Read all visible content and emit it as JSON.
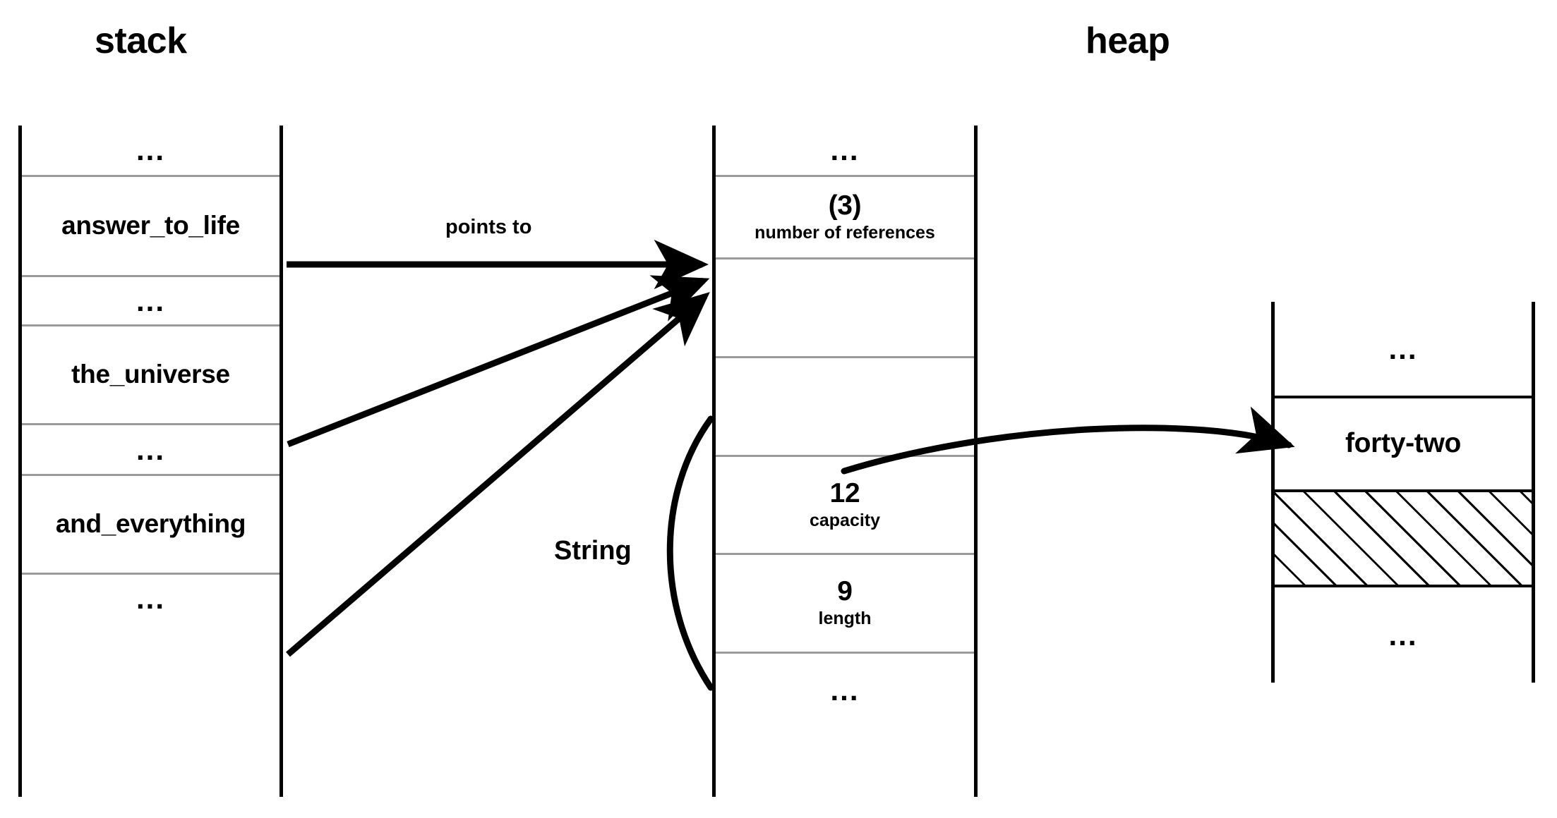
{
  "diagram": {
    "title_stack": "stack",
    "title_heap": "heap",
    "annotations": {
      "points_to": "points to",
      "string_brace": "String"
    },
    "colors": {
      "ink": "#000000",
      "light_rule": "#9a9a9a",
      "background": "#ffffff"
    }
  },
  "stack": {
    "label": "stack",
    "rows": [
      {
        "text": "...",
        "kind": "ellipsis"
      },
      {
        "text": "answer_to_life",
        "kind": "variable"
      },
      {
        "text": "...",
        "kind": "ellipsis"
      },
      {
        "text": "the_universe",
        "kind": "variable"
      },
      {
        "text": "...",
        "kind": "ellipsis"
      },
      {
        "text": "and_everything",
        "kind": "variable"
      },
      {
        "text": "...",
        "kind": "ellipsis"
      }
    ]
  },
  "string_struct": {
    "brace_label": "String",
    "rows": [
      {
        "text": "...",
        "sub": "",
        "kind": "ellipsis"
      },
      {
        "text": "(3)",
        "sub": "number of references",
        "kind": "field"
      },
      {
        "text": "",
        "sub": "",
        "kind": "blank"
      },
      {
        "text": "",
        "sub": "",
        "kind": "pointer"
      },
      {
        "text": "12",
        "sub": "capacity",
        "kind": "field"
      },
      {
        "text": "9",
        "sub": "length",
        "kind": "field"
      },
      {
        "text": "...",
        "sub": "",
        "kind": "ellipsis"
      }
    ]
  },
  "heap": {
    "label": "heap",
    "rows": [
      {
        "text": "...",
        "kind": "ellipsis"
      },
      {
        "text": "forty-two",
        "kind": "value"
      },
      {
        "text": "",
        "kind": "hatched"
      },
      {
        "text": "...",
        "kind": "ellipsis"
      }
    ]
  },
  "arrows": [
    {
      "name": "answer-to-life-arrow",
      "from_label": "answer_to_life",
      "to_label": "(3)",
      "style": "straight",
      "annotation": "points to"
    },
    {
      "name": "the-universe-arrow",
      "from_label": "the_universe",
      "to_label": "(3)",
      "style": "straight",
      "annotation": ""
    },
    {
      "name": "and-everything-arrow",
      "from_label": "and_everything",
      "to_label": "(3)",
      "style": "straight",
      "annotation": ""
    },
    {
      "name": "heap-pointer-arrow",
      "from_label": "String pointer field",
      "to_label": "forty-two",
      "style": "curved",
      "annotation": ""
    }
  ]
}
